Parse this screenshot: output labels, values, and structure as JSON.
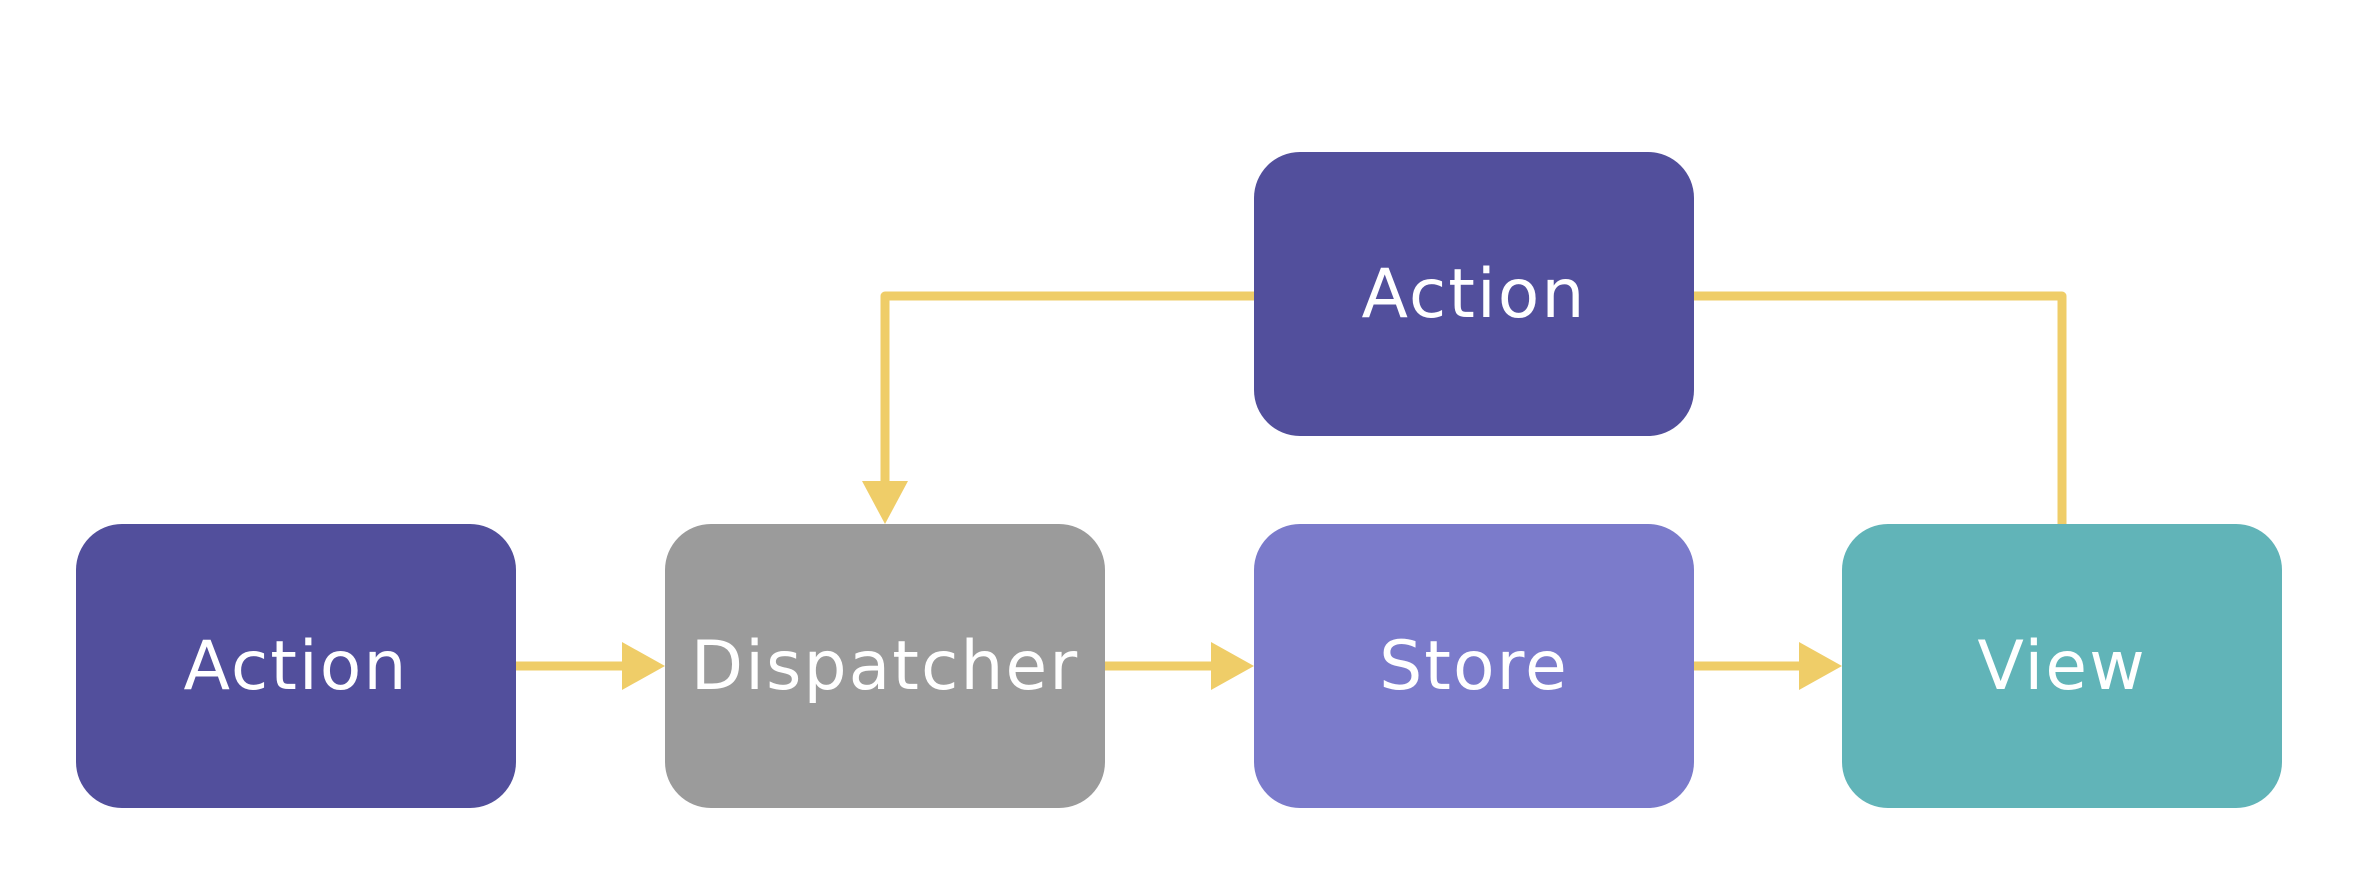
{
  "diagram": {
    "nodes": {
      "action_top": {
        "label": "Action",
        "color": "#524f9c"
      },
      "action_bottom": {
        "label": "Action",
        "color": "#524f9c"
      },
      "dispatcher": {
        "label": "Dispatcher",
        "color": "#9b9b9b"
      },
      "store": {
        "label": "Store",
        "color": "#7b7bcb"
      },
      "view": {
        "label": "View",
        "color": "#61b4b8"
      }
    },
    "edge_color": "#efcd68",
    "edges": [
      {
        "from": "Action",
        "to": "Dispatcher"
      },
      {
        "from": "Dispatcher",
        "to": "Store"
      },
      {
        "from": "Store",
        "to": "View"
      },
      {
        "from": "View",
        "to": "Action"
      },
      {
        "from": "Action",
        "to": "Dispatcher"
      }
    ]
  }
}
